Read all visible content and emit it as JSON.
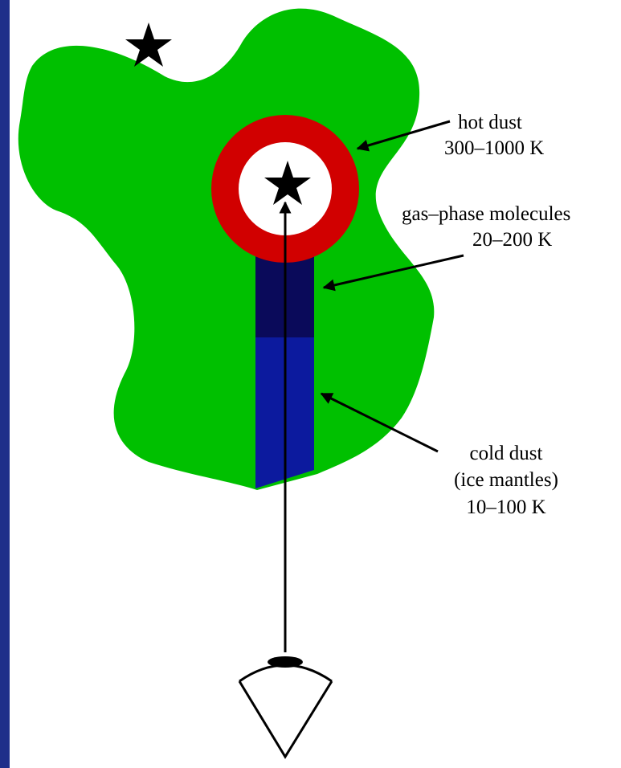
{
  "diagram": {
    "labels": {
      "hot_dust": {
        "name": "hot dust",
        "temp": "300–1000 K"
      },
      "gas_phase": {
        "name": "gas–phase molecules",
        "temp": "20–200 K"
      },
      "cold_dust": {
        "name": "cold dust",
        "detail": "(ice mantles)",
        "temp": "10–100 K"
      }
    },
    "colors": {
      "background": "#1f2f8a",
      "panel": "#ffffff",
      "cloud": "#00c000",
      "hot_ring": "#d10000",
      "gas_column": "#0a0a5a",
      "cold_column": "#0c1a9e",
      "ink": "#000000"
    },
    "icons": [
      "star-icon",
      "eye-icon"
    ]
  }
}
